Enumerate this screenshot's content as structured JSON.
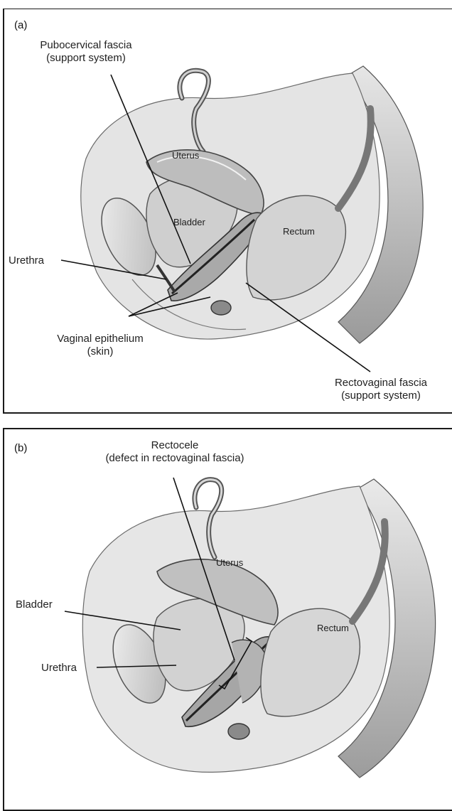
{
  "panel_a": {
    "tag": "(a)",
    "labels": {
      "pubocervical_line1": "Pubocervical fascia",
      "pubocervical_line2": "(support system)",
      "urethra": "Urethra",
      "vaginal_line1": "Vaginal epithelium",
      "vaginal_line2": "(skin)",
      "rectovaginal_line1": "Rectovaginal fascia",
      "rectovaginal_line2": "(support system)"
    },
    "organs": {
      "uterus": "Uterus",
      "bladder": "Bladder",
      "rectum": "Rectum"
    }
  },
  "panel_b": {
    "tag": "(b)",
    "labels": {
      "rectocele_line1": "Rectocele",
      "rectocele_line2": "(defect in rectovaginal fascia)",
      "bladder": "Bladder",
      "urethra": "Urethra"
    },
    "organs": {
      "uterus": "Uterus",
      "rectum": "Rectum"
    }
  },
  "colors": {
    "ink": "#1a1a1a",
    "tissue_light": "#d9d9d9",
    "tissue_mid": "#a8a8a8",
    "tissue_dark": "#6e6e6e"
  }
}
